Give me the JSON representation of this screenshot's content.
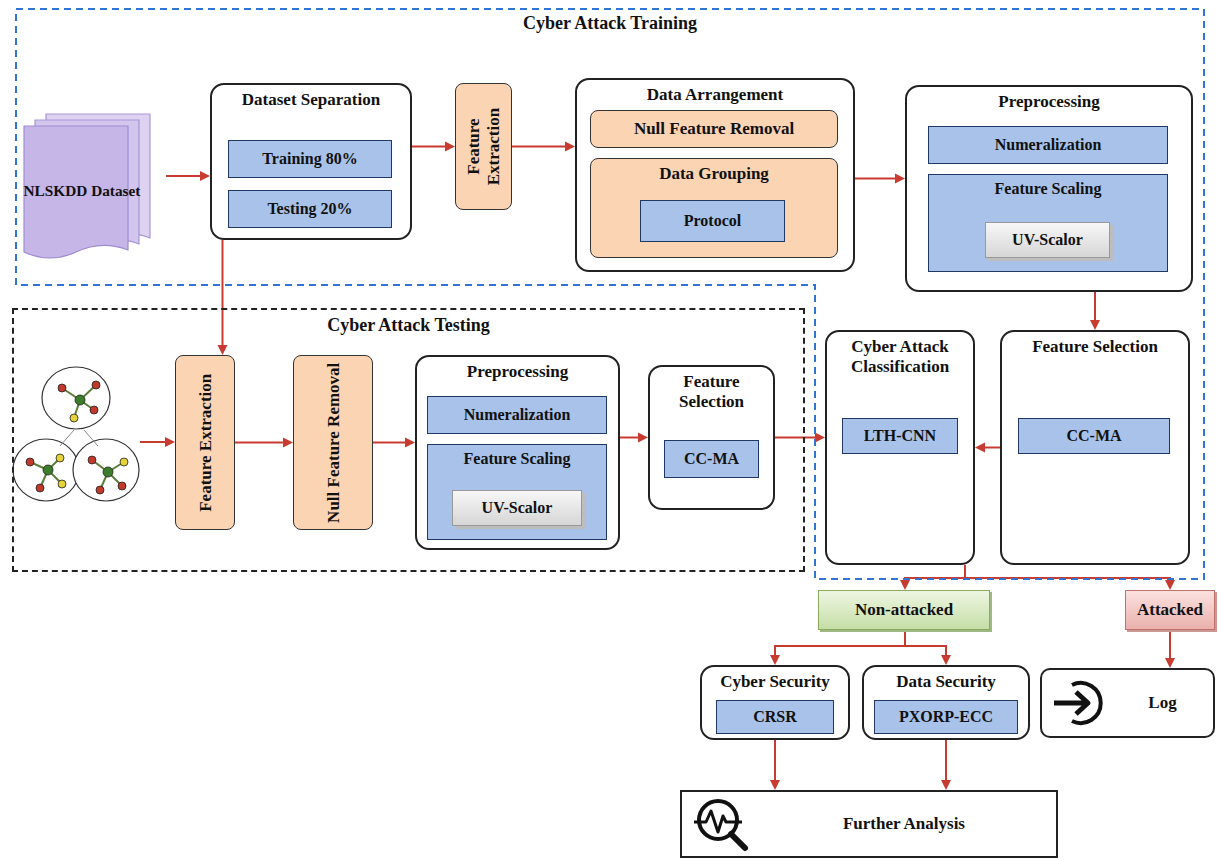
{
  "diagram": {
    "nodes": [
      {
        "text": [
          "Cyber Attack Training"
        ]
      },
      {
        "text": [
          "NLSKDD Dataset"
        ],
        "in": 0
      },
      {
        "text": [
          "Dataset Separation"
        ],
        "in": 0
      },
      {
        "text": [
          "Training 80%"
        ],
        "in": 2
      },
      {
        "text": [
          "Testing 20%"
        ],
        "in": 2
      },
      {
        "text": [
          "Feature Extraction"
        ],
        "in": 0
      },
      {
        "text": [
          "Data Arrangement"
        ],
        "in": 0
      },
      {
        "text": [
          "Null Feature Removal"
        ],
        "in": 6
      },
      {
        "text": [
          "Data Grouping"
        ],
        "in": 6
      },
      {
        "text": [
          "Protocol"
        ],
        "in": 8
      },
      {
        "text": [
          "Preprocessing"
        ],
        "in": 0
      },
      {
        "text": [
          "Numeralization"
        ],
        "in": 10
      },
      {
        "text": [
          "Feature Scaling"
        ],
        "in": 10
      },
      {
        "text": [
          "UV-Scalor"
        ],
        "in": 12
      },
      {
        "text": [
          "Feature Selection"
        ],
        "in": 0
      },
      {
        "text": [
          "CC-MA"
        ],
        "in": 14
      },
      {
        "text": [
          "Cyber Attack Classification"
        ],
        "in": 0
      },
      {
        "text": [
          "LTH-CNN"
        ],
        "in": 16
      },
      {
        "text": [
          "Cyber Attack Testing"
        ]
      },
      {
        "text": [
          "Feature Extraction"
        ],
        "in": 18
      },
      {
        "text": [
          "Null Feature Removal"
        ],
        "in": 18
      },
      {
        "text": [
          "Preprocessing"
        ],
        "in": 18
      },
      {
        "text": [
          "Numeralization"
        ],
        "in": 21
      },
      {
        "text": [
          "Feature Scaling"
        ],
        "in": 21
      },
      {
        "text": [
          "UV-Scalor"
        ],
        "in": 23
      },
      {
        "text": [
          "Feature Selection"
        ],
        "in": 18
      },
      {
        "text": [
          "CC-MA"
        ],
        "in": 25
      },
      {
        "text": [
          "Non-attacked"
        ]
      },
      {
        "text": [
          "Attacked"
        ]
      },
      {
        "text": [
          "Cyber Security"
        ]
      },
      {
        "text": [
          "CRSR"
        ],
        "in": 29
      },
      {
        "text": [
          "Data Security"
        ]
      },
      {
        "text": [
          "PXORP-ECC"
        ],
        "in": 31
      },
      {
        "text": [
          "Log"
        ]
      },
      {
        "text": [
          "Further Analysis"
        ]
      }
    ],
    "edges": [
      {
        "from": 1,
        "to": 2,
        "arrow": "to"
      },
      {
        "from": 2,
        "to": 5,
        "arrow": "to"
      },
      {
        "from": 5,
        "to": 6,
        "arrow": "to"
      },
      {
        "from": 6,
        "to": 10,
        "arrow": "to"
      },
      {
        "from": 10,
        "to": 14,
        "arrow": "to"
      },
      {
        "from": 14,
        "to": 16,
        "arrow": "to"
      },
      {
        "from": 2,
        "to": 19,
        "arrow": "to"
      },
      {
        "from": 19,
        "to": 20,
        "arrow": "to"
      },
      {
        "from": 20,
        "to": 21,
        "arrow": "to"
      },
      {
        "from": 21,
        "to": 25,
        "arrow": "to"
      },
      {
        "from": 25,
        "to": 16,
        "arrow": "to"
      },
      {
        "from": 16,
        "to": 27,
        "arrow": "to"
      },
      {
        "from": 16,
        "to": 28,
        "arrow": "to"
      },
      {
        "from": 27,
        "to": 29,
        "arrow": "to"
      },
      {
        "from": 27,
        "to": 31,
        "arrow": "to"
      },
      {
        "from": 29,
        "to": 34,
        "arrow": "to"
      },
      {
        "from": 31,
        "to": 34,
        "arrow": "to"
      },
      {
        "from": 28,
        "to": 33,
        "arrow": "to"
      }
    ]
  }
}
